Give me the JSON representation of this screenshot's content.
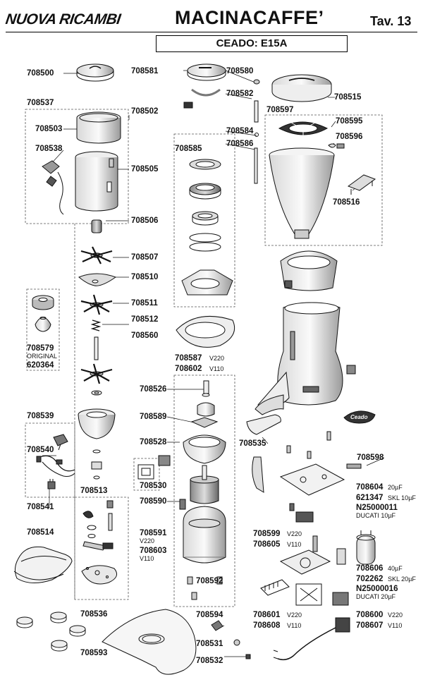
{
  "header": {
    "brand": "NUOVA RICAMBI",
    "title": "MACINACAFFE’",
    "table": "Tav. 13",
    "model": "CEADO: E15A"
  },
  "parts": {
    "p708500": "708500",
    "p708537": "708537",
    "p708503": "708503",
    "p708538": "708538",
    "p708502": "708502",
    "p708505": "708505",
    "p708506": "708506",
    "p708507": "708507",
    "p708510": "708510",
    "p708511": "708511",
    "p708512": "708512",
    "p708560": "708560",
    "p708579": "708579",
    "p708579_note": "ORIGINAL",
    "p620364": "620364",
    "p708539": "708539",
    "p708540": "708540",
    "p708541": "708541",
    "p708513": "708513",
    "p708514": "708514",
    "p708536": "708536",
    "p708593": "708593",
    "p708581": "708581",
    "p708580": "708580",
    "p708582": "708582",
    "p708584": "708584",
    "p708586": "708586",
    "p708585": "708585",
    "p708515": "708515",
    "p708597": "708597",
    "p708595": "708595",
    "p708596": "708596",
    "p708516": "708516",
    "p708587": "708587",
    "p708587_v": "V220",
    "p708602": "708602",
    "p708602_v": "V110",
    "p708526": "708526",
    "p708589": "708589",
    "p708528": "708528",
    "p708530": "708530",
    "p708590": "708590",
    "p708591": "708591",
    "p708591_v": "V220",
    "p708603": "708603",
    "p708603_v": "V110",
    "p708592": "708592",
    "p708594": "708594",
    "p708531": "708531",
    "p708532": "708532",
    "p708535": "708535",
    "p708598": "708598",
    "p708604": "708604",
    "p708604_v": "20µF",
    "p621347": "621347",
    "p621347_v": "SKL 10µF",
    "pN25000011": "N25000011",
    "pN25000011_v": "DUCATI 10µF",
    "p708599": "708599",
    "p708599_v": "V220",
    "p708605": "708605",
    "p708605_v": "V110",
    "p708606": "708606",
    "p708606_v": "40µF",
    "p702262": "702262",
    "p702262_v": "SKL 20µF",
    "pN25000016": "N25000016",
    "pN25000016_v": "DUCATI 20µF",
    "p708601": "708601",
    "p708601_v": "V220",
    "p708608": "708608",
    "p708608_v": "V110",
    "p708600": "708600",
    "p708600_v": "V220",
    "p708607": "708607",
    "p708607_v": "V110"
  },
  "decal": {
    "text": "Ceado"
  },
  "colors": {
    "ink": "#111111",
    "shade": "#b8b8b8",
    "shade_dark": "#777777",
    "dash": "#555555"
  }
}
